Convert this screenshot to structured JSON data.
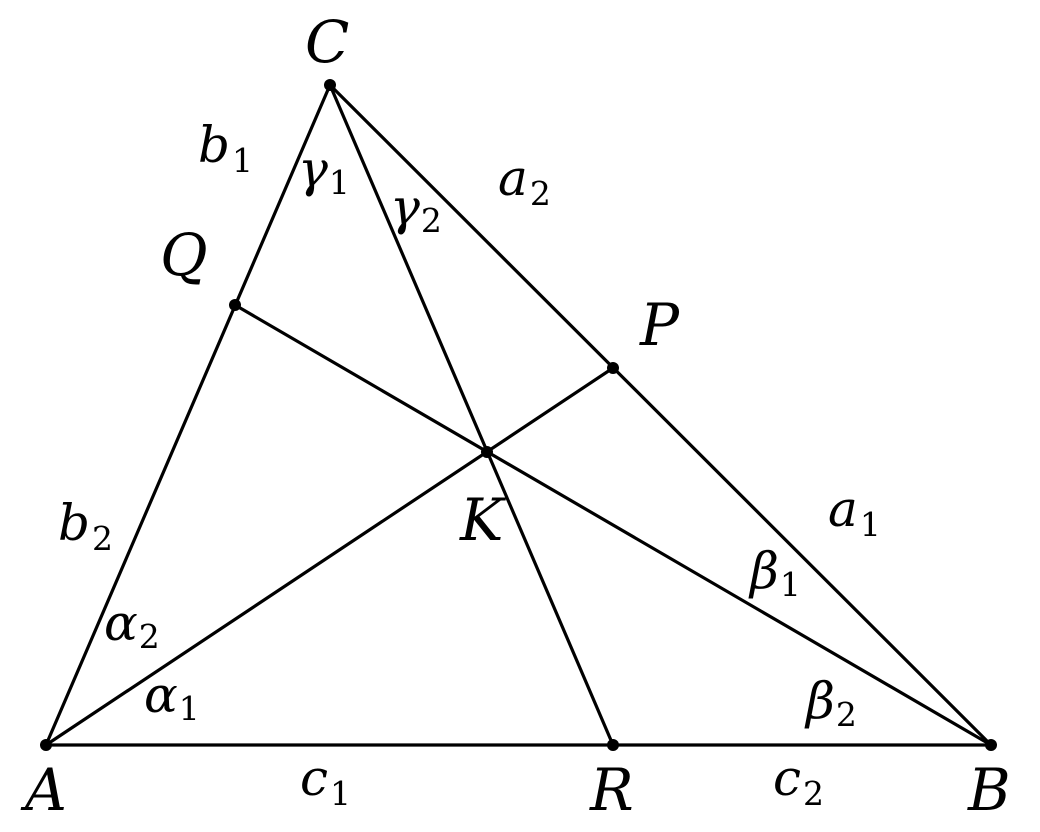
{
  "diagram": {
    "stroke_color": "#000000",
    "background": "#ffffff",
    "points": [
      {
        "id": "A",
        "label": "A"
      },
      {
        "id": "B",
        "label": "B"
      },
      {
        "id": "C",
        "label": "C"
      },
      {
        "id": "P",
        "label": "P"
      },
      {
        "id": "Q",
        "label": "Q"
      },
      {
        "id": "R",
        "label": "R"
      },
      {
        "id": "K",
        "label": "K"
      }
    ],
    "segments": [
      [
        "A",
        "B"
      ],
      [
        "B",
        "C"
      ],
      [
        "C",
        "A"
      ],
      [
        "A",
        "P"
      ],
      [
        "B",
        "Q"
      ],
      [
        "C",
        "R"
      ]
    ],
    "side_labels": {
      "a1": {
        "symbol": "a",
        "sub": "1"
      },
      "a2": {
        "symbol": "a",
        "sub": "2"
      },
      "b1": {
        "symbol": "b",
        "sub": "1"
      },
      "b2": {
        "symbol": "b",
        "sub": "2"
      },
      "c1": {
        "symbol": "c",
        "sub": "1"
      },
      "c2": {
        "symbol": "c",
        "sub": "2"
      }
    },
    "angle_labels": {
      "alpha1": {
        "symbol": "α",
        "sub": "1"
      },
      "alpha2": {
        "symbol": "α",
        "sub": "2"
      },
      "beta1": {
        "symbol": "β",
        "sub": "1"
      },
      "beta2": {
        "symbol": "β",
        "sub": "2"
      },
      "gamma1": {
        "symbol": "γ",
        "sub": "1"
      },
      "gamma2": {
        "symbol": "γ",
        "sub": "2"
      }
    }
  }
}
